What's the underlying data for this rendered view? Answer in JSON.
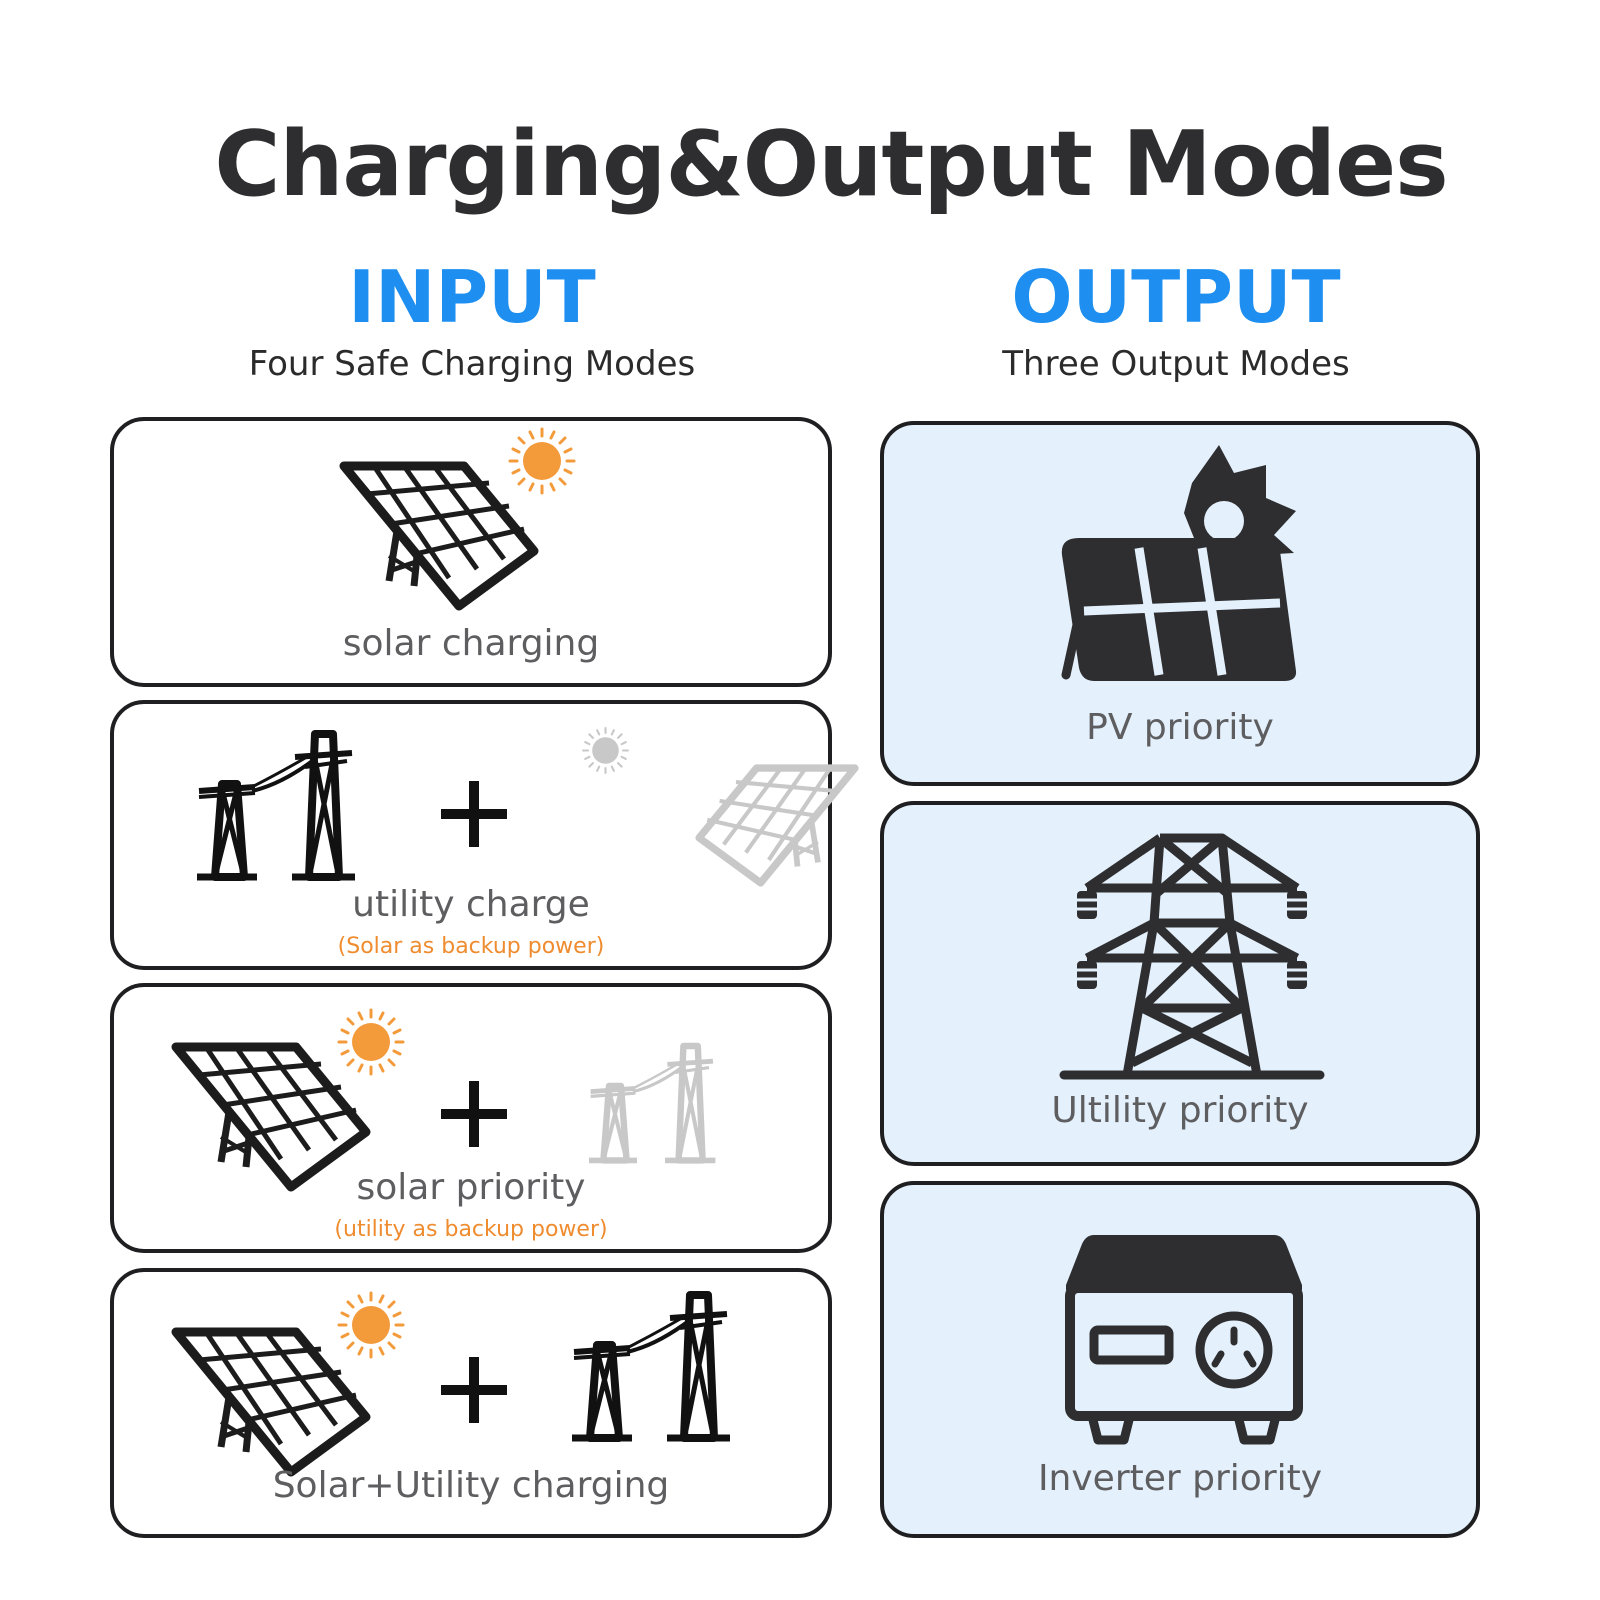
{
  "title": "Charging&Output Modes",
  "colors": {
    "accent": "#1e8ff0",
    "dark": "#2e2e30",
    "label": "#5e5e60",
    "note": "#ef8c2f",
    "sun": "#f39a3b",
    "faded": "#c8c8c8",
    "output_card_bg": "#e4f1fd"
  },
  "input": {
    "heading": "INPUT",
    "subheading": "Four Safe Charging Modes",
    "cards": [
      {
        "label": "solar charging",
        "icons": [
          "solar-panel-icon",
          "sun-icon"
        ]
      },
      {
        "label": "utility charge",
        "note": "(Solar as backup power)",
        "icons": [
          "power-tower-icon",
          "plus-icon",
          "solar-panel-icon",
          "sun-icon"
        ]
      },
      {
        "label": "solar priority",
        "note": "(utility as backup power)",
        "icons": [
          "solar-panel-icon",
          "sun-icon",
          "plus-icon",
          "power-tower-icon"
        ]
      },
      {
        "label": "Solar+Utility charging",
        "icons": [
          "solar-panel-icon",
          "sun-icon",
          "plus-icon",
          "power-tower-icon"
        ]
      }
    ]
  },
  "output": {
    "heading": "OUTPUT",
    "subheading": "Three Output Modes",
    "cards": [
      {
        "label": "PV priority",
        "icon": "solar-panel-with-sun-icon"
      },
      {
        "label": "Ultility priority",
        "icon": "transmission-tower-icon"
      },
      {
        "label": "Inverter priority",
        "icon": "inverter-icon"
      }
    ]
  }
}
